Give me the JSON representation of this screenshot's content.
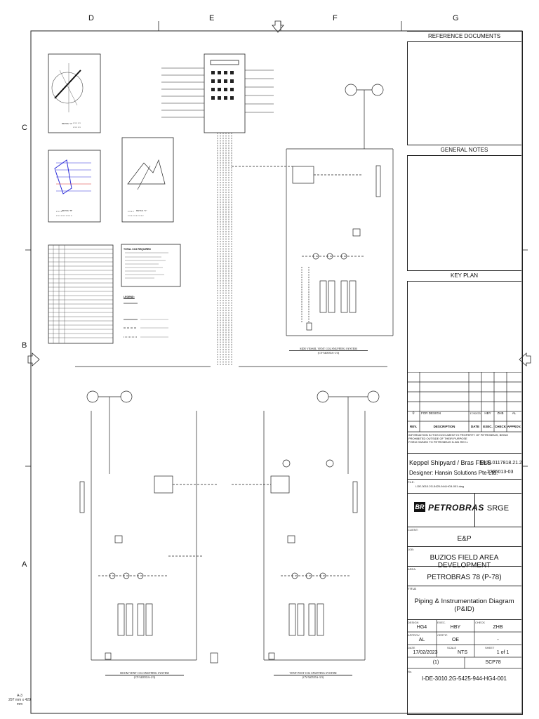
{
  "zones_top": [
    "D",
    "E",
    "F",
    "G"
  ],
  "zones_side": [
    "C",
    "B",
    "A"
  ],
  "sheet_size_note": "A-3\n297 mm x 420 mm",
  "title_block": {
    "reference_documents": "REFERENCE DOCUMENTS",
    "general_notes": "GENERAL NOTES",
    "key_plan": "KEY PLAN",
    "revision": {
      "rev": "0",
      "description": "FOR DESIGN",
      "date": "17/02/23",
      "by": "HBY",
      "chkd": "ZHB",
      "appr": "AL"
    },
    "revision_headers": [
      "REV.",
      "DESCRIPTION",
      "DATE",
      "EXEC.",
      "CHECK",
      "APPROV."
    ],
    "disclaimer": "INFORMATION IN THIS DOCUMENT IS PROPERTY OF PETROBRAS, BEING PROHIBITED OUTSIDE OF THEIR PURPOSE",
    "disclaimer2": "FORM OWNED TO PETROBRAS N-381 REV.L",
    "contractor": "Keppel Shipyard / Bras FELS",
    "designer": "Designer: Hansin Solutions Pte Ltd.",
    "contract_no": "5900.0117818.21.2",
    "design_no": "2265013-03",
    "file_label": "FILE:",
    "file_name": "I-DE-3010.2G-5425-944-HG4-001.dwg",
    "company": "PETROBRAS",
    "program": "SRGE",
    "client_label": "CLIENT:",
    "client": "E&P",
    "job_label": "JOB:",
    "job": "BUZIOS FIELD AREA DEVELOPMENT",
    "area_label": "AREA:",
    "area": "PETROBRAS 78 (P-78)",
    "title_label": "TITLE",
    "title": "Piping & Instrumentation Diagram (P&ID)",
    "design_label": "DESIGN",
    "design": "HG4",
    "exec_label": "EXEC.",
    "exec": "HBY",
    "check_label": "CHECK",
    "check": "ZHB",
    "approv_label": "APPROV.",
    "approv": "AL",
    "cert_label": "CERTIF.",
    "cert": "OE",
    "blank_cert": "-",
    "date_label": "DATE",
    "date": "17/02/2023",
    "scale_label": "SCALE",
    "scale": "NTS",
    "sheet_label": "SHEET",
    "sheet": "1  of  1",
    "index": "(1)",
    "system": "SCP78",
    "no_label": "No.",
    "doc_no": "I-DE-3010.2G-5425-944-HG4-001"
  },
  "diagram_captions": {
    "top_right": "SIDE VESSEL VENT CO2 SNUFFING SYSTEM",
    "top_right_ref": "(CY-540535A-1/3)",
    "bottom_left": "BOOM VENT CO2 SNUFFING SYSTEM",
    "bottom_left_ref": "(CY-540535A-2/3)",
    "bottom_right": "VENT POST CO2 SNUFFING SYSTEM",
    "bottom_right_ref": "(CY-540535A-3/3)"
  },
  "legend_title": "LEGEND:",
  "notes_title": "TOTAL CO2 REQUIRED",
  "detail_a": "DETAIL \"A\"",
  "detail_b": "DETAIL \"B\"",
  "detail_c": "DETAIL \"C\""
}
